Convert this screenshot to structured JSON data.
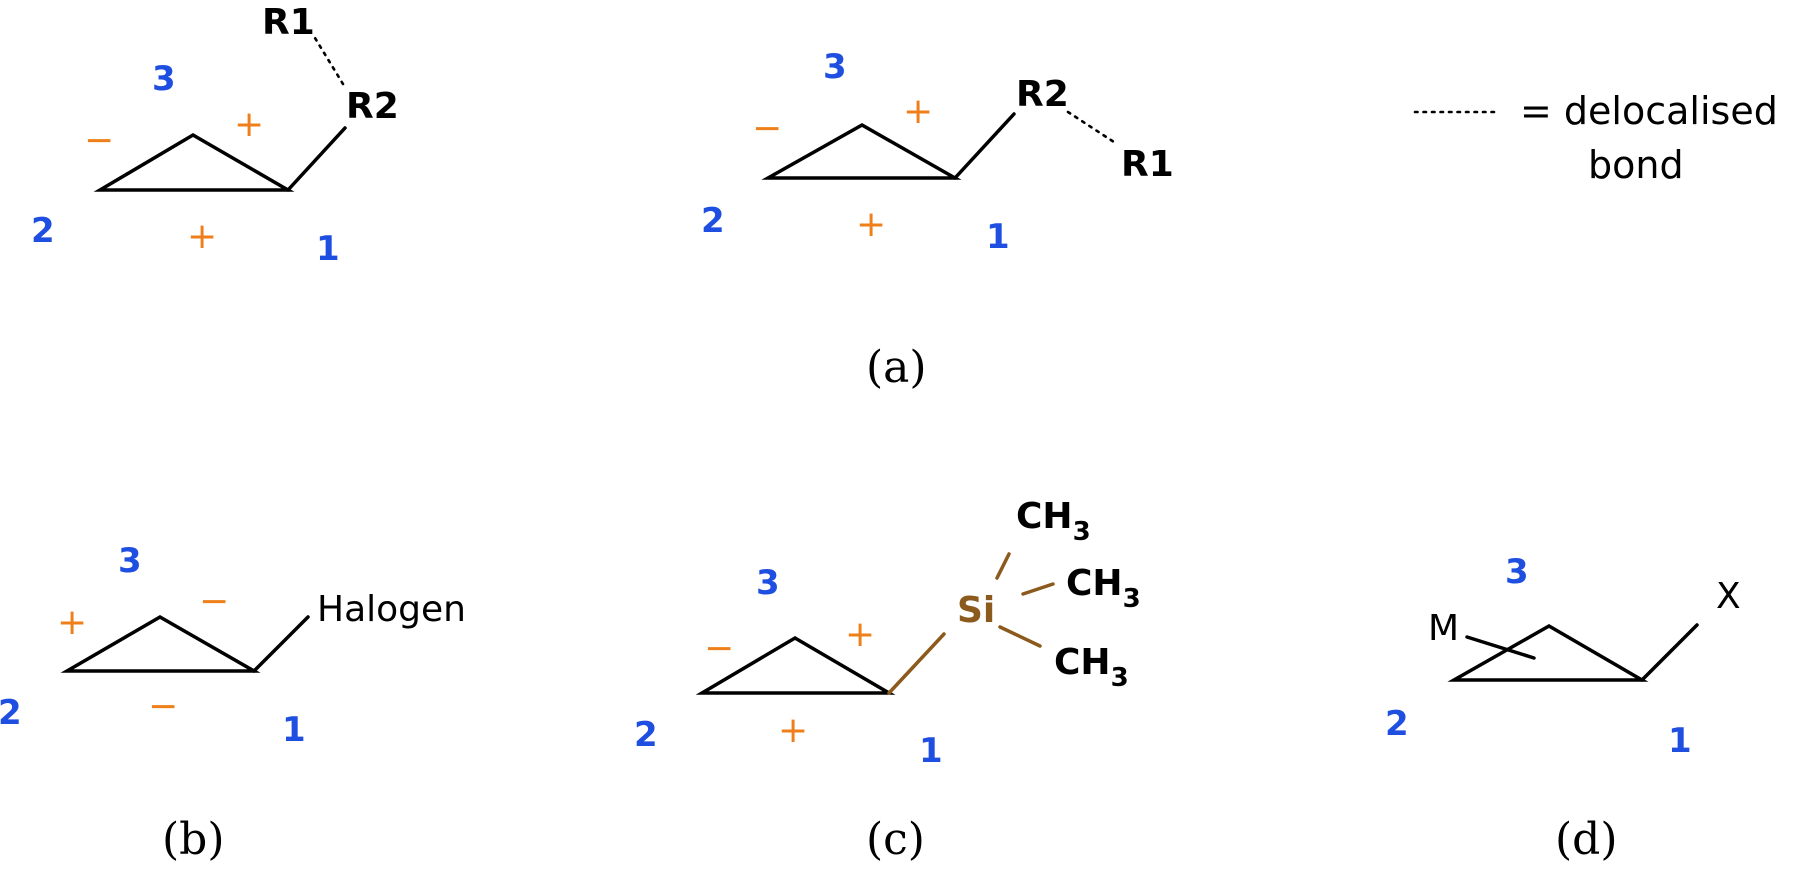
{
  "panel_a": {
    "caption": "(a)",
    "left": {
      "num1": "1",
      "num2": "2",
      "num3": "3",
      "charge_left": "−",
      "charge_top": "+",
      "charge_bottom": "+",
      "r1": "R1",
      "r2": "R2"
    },
    "right": {
      "num1": "1",
      "num2": "2",
      "num3": "3",
      "charge_left": "−",
      "charge_top": "+",
      "charge_bottom": "+",
      "r1": "R1",
      "r2": "R2"
    }
  },
  "legend": {
    "line1": "= delocalised",
    "line2": "bond"
  },
  "panel_b": {
    "caption": "(b)",
    "num1": "1",
    "num2": "2",
    "num3": "3",
    "charge_left": "+",
    "charge_top": "−",
    "charge_bottom": "−",
    "substituent": "Halogen"
  },
  "panel_c": {
    "caption": "(c)",
    "num1": "1",
    "num2": "2",
    "num3": "3",
    "charge_left": "−",
    "charge_top": "+",
    "charge_bottom": "+",
    "si": "Si",
    "ch": "CH",
    "sub3": "3"
  },
  "panel_d": {
    "caption": "(d)",
    "num1": "1",
    "num2": "2",
    "num3": "3",
    "metal": "M",
    "x": "X"
  },
  "colors": {
    "locant": "#1f4fe0",
    "charge": "#ee7f1a",
    "silicon": "#8b5a1c",
    "bond": "#000000"
  }
}
